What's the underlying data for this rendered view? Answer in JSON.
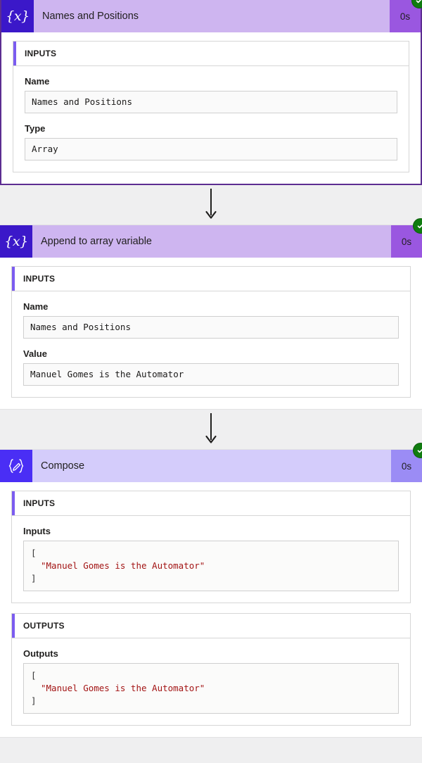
{
  "theme": {
    "page_background": "#efeff0",
    "variable_icon_color": "#3b18c9",
    "variable_header_color": "#ceb5f0",
    "variable_duration_color": "#9a57e0",
    "compose_icon_color": "#4a2ef5",
    "compose_header_color": "#d4ccfb",
    "compose_duration_color": "#9b8cf5",
    "selected_border_color": "#5c2d91",
    "panel_accent_color": "#7b5cf0",
    "status_success_color": "#107c10",
    "code_string_color": "#a31515"
  },
  "flow": {
    "steps": [
      {
        "id": "initialize-variable",
        "title": "Names and Positions",
        "icon": "variable-braces-icon",
        "icon_glyph": "{x}",
        "duration": "0s",
        "status": "succeeded",
        "status_icon": "check-circle-icon",
        "selected": true,
        "panels": [
          {
            "title": "INPUTS",
            "fields": [
              {
                "label": "Name",
                "value": "Names and Positions"
              },
              {
                "label": "Type",
                "value": "Array"
              }
            ]
          }
        ]
      },
      {
        "id": "append-to-array-variable",
        "title": "Append to array variable",
        "icon": "variable-braces-icon",
        "icon_glyph": "{x}",
        "duration": "0s",
        "status": "succeeded",
        "status_icon": "check-circle-icon",
        "selected": false,
        "panels": [
          {
            "title": "INPUTS",
            "fields": [
              {
                "label": "Name",
                "value": "Names and Positions"
              },
              {
                "label": "Value",
                "value": "Manuel Gomes is the Automator"
              }
            ]
          }
        ]
      },
      {
        "id": "compose",
        "title": "Compose",
        "icon": "compose-pencil-braces-icon",
        "icon_glyph": "{✐}",
        "duration": "0s",
        "status": "succeeded",
        "status_icon": "check-circle-icon",
        "selected": false,
        "panels": [
          {
            "title": "INPUTS",
            "code_fields": [
              {
                "label": "Inputs",
                "open_bracket": "[",
                "string_value": "\"Manuel Gomes is the Automator\"",
                "close_bracket": "]"
              }
            ]
          },
          {
            "title": "OUTPUTS",
            "code_fields": [
              {
                "label": "Outputs",
                "open_bracket": "[",
                "string_value": "\"Manuel Gomes is the Automator\"",
                "close_bracket": "]"
              }
            ]
          }
        ]
      }
    ],
    "connector_icon": "arrow-down-icon"
  }
}
